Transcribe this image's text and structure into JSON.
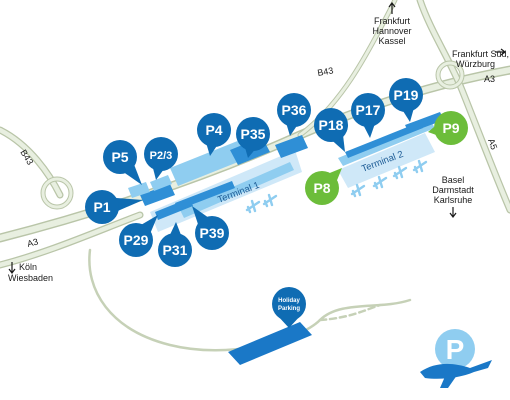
{
  "colors": {
    "road": "#d6dfc9",
    "road_edge": "#b9c5a8",
    "pin_blue": "#0f6cb3",
    "pin_green": "#6cbd3a",
    "terminal_light": "#cfe8f8",
    "terminal_mid": "#8fcdf0",
    "terminal_dark": "#2f8fd6",
    "runway_blue": "#1a78c7",
    "label_text": "#1a1a1a"
  },
  "roads": {
    "b43_west": "B43",
    "b43_north": "B43",
    "a3_west": "A3",
    "a3_east": "A3",
    "a5": "A5"
  },
  "directions": {
    "north": [
      "Frankfurt",
      "Hannover",
      "Kassel"
    ],
    "northeast": [
      "Frankfurt Süd,",
      "Würzburg"
    ],
    "east": [
      "Basel",
      "Darmstadt",
      "Karlsruhe"
    ],
    "southwest": [
      "Köln",
      "Wiesbaden"
    ]
  },
  "terminals": {
    "t1": "Terminal 1",
    "t2": "Terminal 2"
  },
  "parking": [
    {
      "label": "P1",
      "color": "blue"
    },
    {
      "label": "P5",
      "color": "blue"
    },
    {
      "label": "P2/3",
      "color": "blue"
    },
    {
      "label": "P4",
      "color": "blue"
    },
    {
      "label": "P35",
      "color": "blue"
    },
    {
      "label": "P36",
      "color": "blue"
    },
    {
      "label": "P29",
      "color": "blue"
    },
    {
      "label": "P31",
      "color": "blue"
    },
    {
      "label": "P39",
      "color": "blue"
    },
    {
      "label": "P18",
      "color": "blue"
    },
    {
      "label": "P17",
      "color": "blue"
    },
    {
      "label": "P19",
      "color": "blue"
    },
    {
      "label": "P9",
      "color": "green"
    },
    {
      "label": "P8",
      "color": "green"
    }
  ],
  "holiday": [
    "Holiday",
    "Parking"
  ],
  "icons": {
    "airplane": "airplane-icon",
    "parking_logo": "parking-logo-icon",
    "arrow_up": "arrow-up-icon",
    "arrow_down": "arrow-down-icon"
  }
}
